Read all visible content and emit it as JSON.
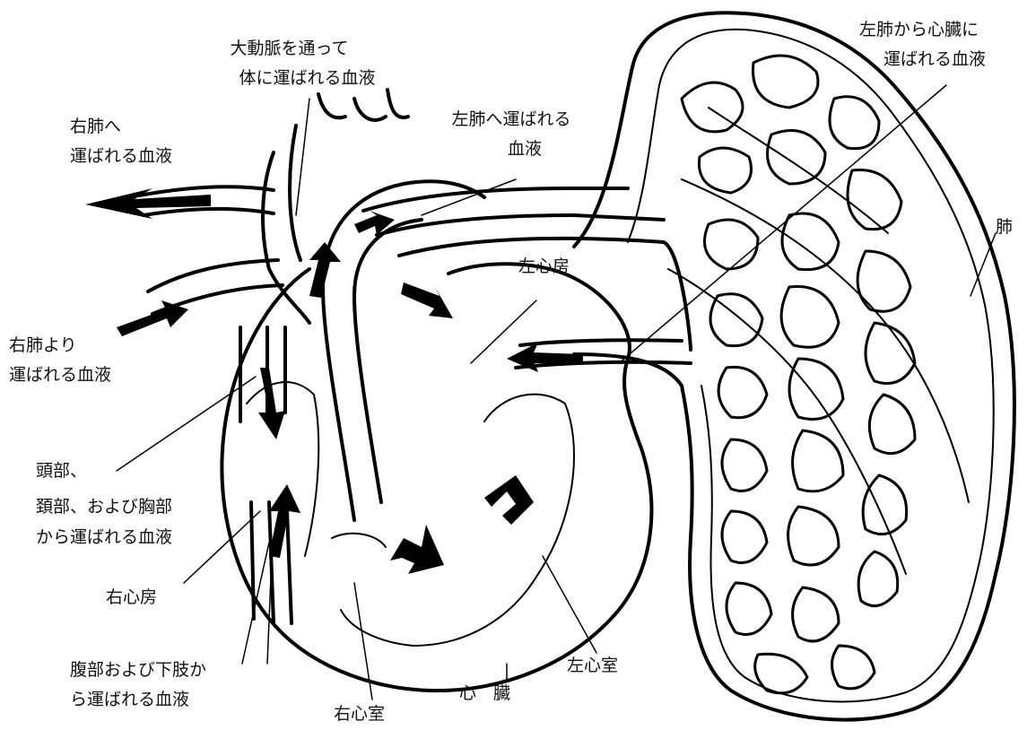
{
  "labels": {
    "aorta_line1": "大動脈を通って",
    "aorta_line2": "体に運ばれる血液",
    "right_lung_out_line1": "右肺へ",
    "right_lung_out_line2": "運ばれる血液",
    "left_lung_out_line1": "左肺へ運ばれる",
    "left_lung_out_line2": "血液",
    "left_lung_in_line1": "左肺から心臓に",
    "left_lung_in_line2": "運ばれる血液",
    "lung": "肺",
    "left_atrium": "左心房",
    "right_lung_in_line1": "右肺より",
    "right_lung_in_line2": "運ばれる血液",
    "head_line1": "頭部、",
    "head_line2": "頚部、および胸部",
    "head_line3": "から運ばれる血液",
    "right_atrium": "右心房",
    "lower_line1": "腹部および下肢か",
    "lower_line2": "ら運ばれる血液",
    "heart": "心　臓",
    "left_ventricle": "左心室",
    "right_ventricle": "右心室"
  },
  "colors": {
    "ink": "#000000",
    "paper": "#ffffff"
  }
}
